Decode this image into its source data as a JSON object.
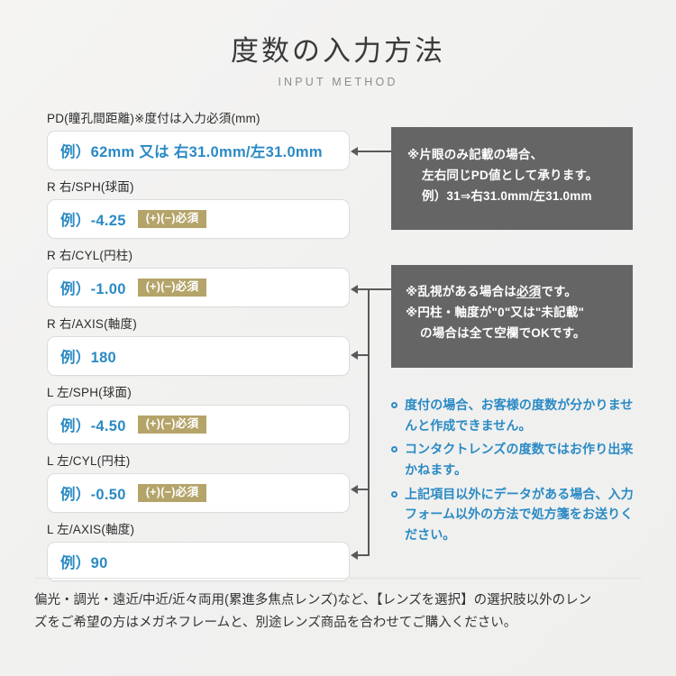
{
  "header": {
    "title_ja": "度数の入力方法",
    "title_en": "INPUT METHOD"
  },
  "form": {
    "fields": [
      {
        "label": "PD(瞳孔間距離)※度付は入力必須(mm)",
        "value": "例）62mm 又は 右31.0mm/左31.0mm",
        "badge": ""
      },
      {
        "label": "R 右/SPH(球面)",
        "value": "例）-4.25",
        "badge": "(+)(−)必須"
      },
      {
        "label": "R 右/CYL(円柱)",
        "value": "例）-1.00",
        "badge": "(+)(−)必須"
      },
      {
        "label": "R 右/AXIS(軸度)",
        "value": "例）180",
        "badge": ""
      },
      {
        "label": "L 左/SPH(球面)",
        "value": "例）-4.50",
        "badge": "(+)(−)必須"
      },
      {
        "label": "L 左/CYL(円柱)",
        "value": "例）-0.50",
        "badge": "(+)(−)必須"
      },
      {
        "label": "L 左/AXIS(軸度)",
        "value": "例）90",
        "badge": ""
      }
    ]
  },
  "notes": {
    "pd_box": {
      "lines": [
        "※片眼のみ記載の場合、",
        "左右同じPD値として承ります。",
        "例）31⇒右31.0mm/左31.0mm"
      ]
    },
    "cyl_box": {
      "line1_a": "※乱視がある場合は",
      "line1_underlined": "必須",
      "line1_b": "です。",
      "line2": "※円柱・軸度が\"0\"又は\"未記載\"",
      "line3": "の場合は全て空欄でOKです。"
    }
  },
  "bullets": [
    "度付の場合、お客様の度数が分かりませんと作成できません。",
    "コンタクトレンズの度数ではお作り出来かねます。",
    "上記項目以外にデータがある場合、入力フォーム以外の方法で処方箋をお送りください。"
  ],
  "footer": {
    "line1": "偏光・調光・遠近/中近/近々両用(累進多焦点レンズ)など、【レンズを選択】の選択肢以外のレン",
    "line2": "ズをご希望の方はメガネフレームと、別途レンズ商品を合わせてご購入ください。"
  },
  "colors": {
    "accent_blue": "#2a8ac4",
    "badge_khaki": "#b5a46a",
    "note_gray": "#656565",
    "connector": "#595959"
  }
}
